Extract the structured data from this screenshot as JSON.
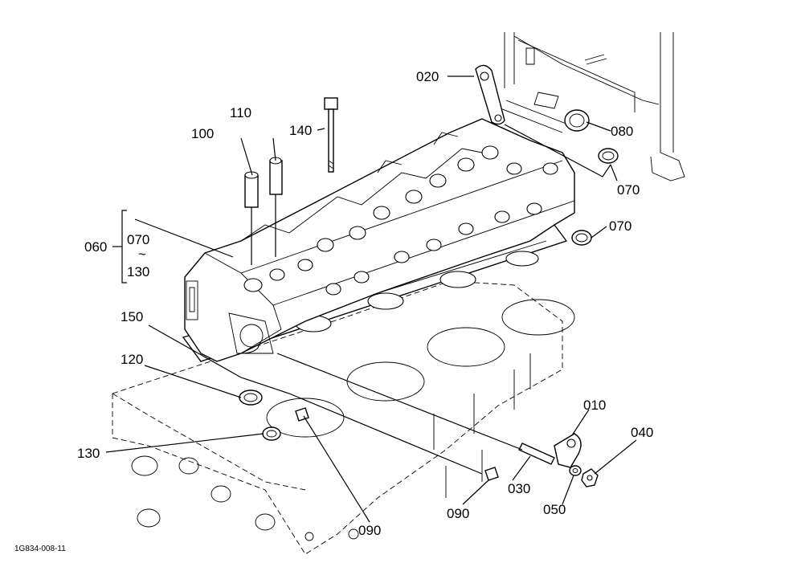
{
  "diagram": {
    "drawing_code": "1G834-008-11",
    "labels": [
      {
        "id": "020",
        "text": "020"
      },
      {
        "id": "080",
        "text": "080"
      },
      {
        "id": "070a",
        "text": "070"
      },
      {
        "id": "070b",
        "text": "070"
      },
      {
        "id": "110",
        "text": "110"
      },
      {
        "id": "100",
        "text": "100"
      },
      {
        "id": "140",
        "text": "140"
      },
      {
        "id": "060",
        "text": "060"
      },
      {
        "id": "060_070",
        "text": "070"
      },
      {
        "id": "060_tilde",
        "text": "~"
      },
      {
        "id": "060_130",
        "text": "130"
      },
      {
        "id": "150",
        "text": "150"
      },
      {
        "id": "120",
        "text": "120"
      },
      {
        "id": "130",
        "text": "130"
      },
      {
        "id": "010",
        "text": "010"
      },
      {
        "id": "040",
        "text": "040"
      },
      {
        "id": "030",
        "text": "030"
      },
      {
        "id": "050",
        "text": "050"
      },
      {
        "id": "090a",
        "text": "090"
      },
      {
        "id": "090b",
        "text": "090"
      }
    ]
  }
}
